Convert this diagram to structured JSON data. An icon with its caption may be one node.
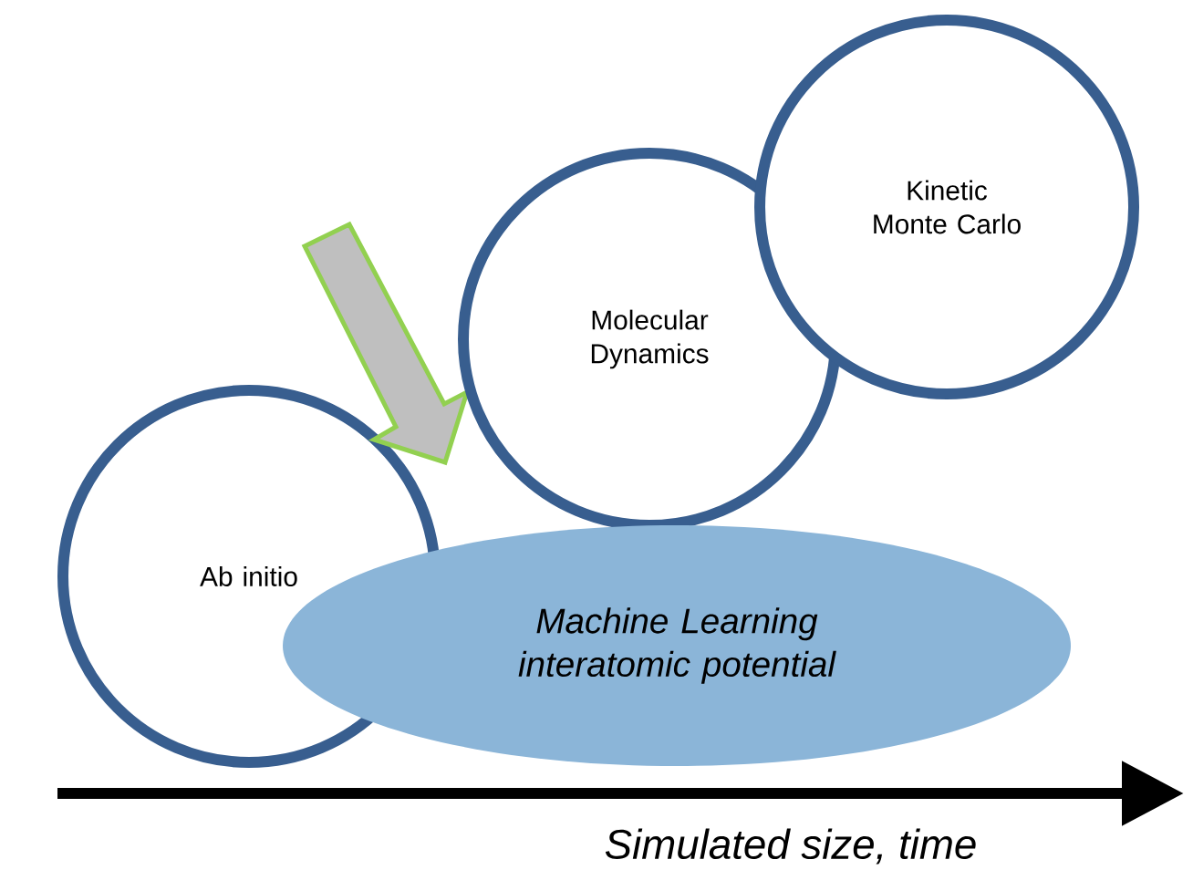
{
  "diagram": {
    "nodes": [
      {
        "text": [
          "Kinetic Monte Carlo"
        ]
      },
      {
        "text": [
          "Molecular Dynamics"
        ]
      },
      {
        "text": [
          "Ab initio"
        ]
      },
      {
        "text": [
          "Machine Learning interatomic potential"
        ]
      }
    ],
    "edges": [],
    "labels": [
      "Simulated size, time"
    ]
  }
}
